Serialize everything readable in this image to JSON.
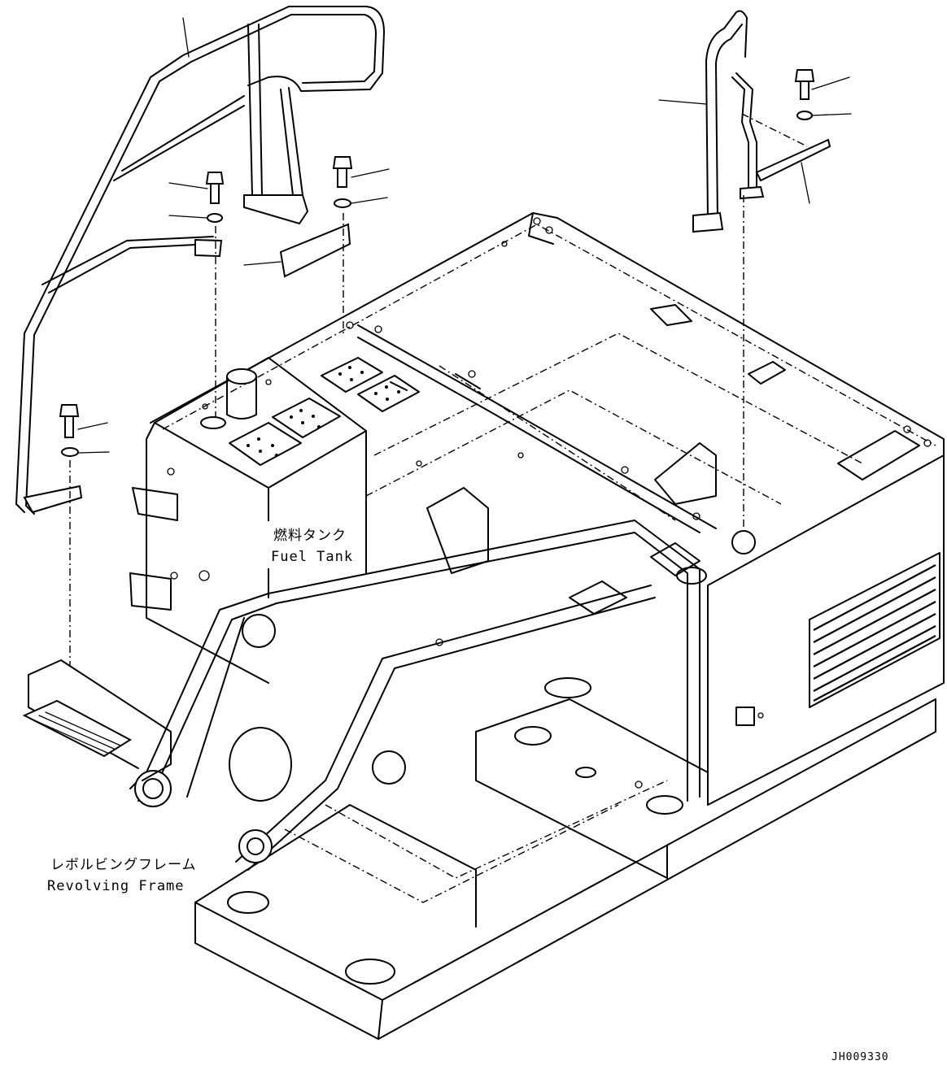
{
  "labels": {
    "fuel_tank_jp": "燃料タンク",
    "fuel_tank_en": "Fuel Tank",
    "revolving_frame_jp": "レボルビングフレーム",
    "revolving_frame_en": "Revolving Frame",
    "drawing_code": "JH009330"
  }
}
